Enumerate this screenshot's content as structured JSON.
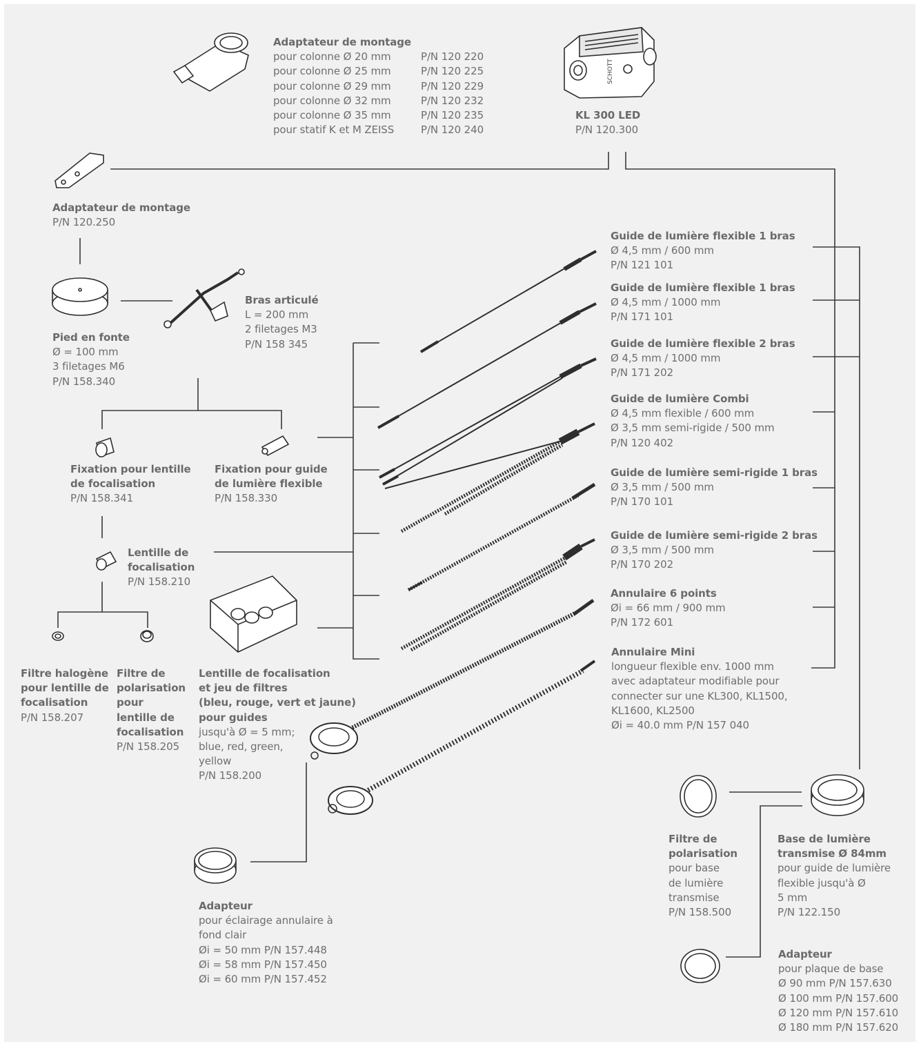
{
  "items": {
    "mount_adapter_top": {
      "title": "Adaptateur de montage",
      "rows": [
        {
          "label": "pour colonne Ø 20 mm",
          "pn": "P/N 120 220"
        },
        {
          "label": "pour colonne Ø 25 mm",
          "pn": "P/N 120 225"
        },
        {
          "label": "pour colonne Ø 29 mm",
          "pn": "P/N 120 229"
        },
        {
          "label": "pour colonne Ø 32 mm",
          "pn": "P/N 120 232"
        },
        {
          "label": "pour colonne Ø 35 mm",
          "pn": "P/N 120 235"
        },
        {
          "label": "pour statif K et M ZEISS",
          "pn": "P/N 120 240"
        }
      ]
    },
    "kl300": {
      "title": "KL 300 LED",
      "pn": "P/N 120.300"
    },
    "mount_adapter_left": {
      "title": "Adaptateur de montage",
      "pn": "P/N 120.250"
    },
    "cast_foot": {
      "title": "Pied en fonte",
      "lines": [
        "Ø = 100 mm",
        "3 filetages M6",
        "P/N 158.340"
      ]
    },
    "articulated_arm": {
      "title": "Bras articulé",
      "lines": [
        "L = 200 mm",
        "2 filetages M3",
        "P/N 158 345"
      ]
    },
    "lens_holder": {
      "title": [
        "Fixation pour lentille",
        "de focalisation"
      ],
      "pn": "P/N 158.341"
    },
    "guide_holder": {
      "title": [
        "Fixation pour guide",
        "de lumière flexible"
      ],
      "pn": "P/N 158.330"
    },
    "focus_lens": {
      "title": [
        "Lentille de",
        "focalisation"
      ],
      "pn": "P/N 158.210"
    },
    "halogen_filter": {
      "title": [
        "Filtre halogène",
        "pour lentille de",
        "focalisation"
      ],
      "pn": "P/N 158.207"
    },
    "polar_filter_lens": {
      "title": [
        "Filtre de",
        "polarisation",
        "pour",
        "lentille de",
        "focalisation"
      ],
      "pn": "P/N 158.205"
    },
    "lens_filter_set": {
      "title": [
        "Lentille de focalisation",
        "et jeu de filtres",
        "(bleu, rouge, vert et jaune)",
        "pour guides"
      ],
      "lines": [
        "jusqu'à  Ø = 5 mm;",
        "blue, red, green,",
        "yellow",
        "P/N 158.200"
      ]
    },
    "guide_1arm_600": {
      "title": "Guide de lumière flexible 1 bras",
      "lines": [
        "Ø 4,5 mm / 600 mm",
        "P/N 121 101"
      ]
    },
    "guide_1arm_1000": {
      "title": "Guide de lumière flexible 1 bras",
      "lines": [
        "Ø 4,5 mm / 1000 mm",
        "P/N 171 101"
      ]
    },
    "guide_2arm_1000": {
      "title": "Guide de lumière flexible 2 bras",
      "lines": [
        "Ø 4,5 mm / 1000 mm",
        "P/N 171 202"
      ]
    },
    "guide_combi": {
      "title": "Guide de lumière Combi",
      "lines": [
        "Ø 4,5 mm flexible / 600 mm",
        "Ø 3,5 mm semi-rigide / 500 mm",
        "P/N 120 402"
      ]
    },
    "guide_semi_1": {
      "title": "Guide de lumière semi-rigide 1 bras",
      "lines": [
        "Ø 3,5 mm / 500 mm",
        "P/N 170 101"
      ]
    },
    "guide_semi_2": {
      "title": "Guide de lumière semi-rigide 2 bras",
      "lines": [
        "Ø 3,5 mm / 500 mm",
        "P/N 170 202"
      ]
    },
    "ring_6": {
      "title": "Annulaire 6 points",
      "lines": [
        "Øi = 66 mm / 900 mm",
        "P/N 172 601"
      ]
    },
    "ring_mini": {
      "title": "Annulaire Mini",
      "lines": [
        "longueur flexible env. 1000 mm",
        "avec adaptateur modifiable pour",
        "connecter sur une KL300, KL1500,",
        "KL1600, KL2500",
        "Øi = 40.0 mm  P/N 157 040"
      ]
    },
    "adapter_ring": {
      "title": "Adapteur",
      "lines": [
        "pour éclairage annulaire à",
        "fond clair",
        "Øi = 50 mm  P/N 157.448",
        "Øi = 58 mm  P/N 157.450",
        "Øi = 60 mm  P/N 157.452"
      ]
    },
    "polar_filter_base": {
      "title": [
        "Filtre de",
        "polarisation"
      ],
      "lines": [
        "pour base",
        "de lumière",
        "transmise",
        "P/N 158.500"
      ]
    },
    "transmitted_base": {
      "title": [
        "Base de lumière",
        "transmise Ø 84mm"
      ],
      "lines": [
        "pour guide de lumière",
        "flexible jusqu'à Ø",
        "5 mm",
        "P/N 122.150"
      ]
    },
    "adapter_base": {
      "title": "Adapteur",
      "lines": [
        "pour plaque de base",
        "Ø 90 mm    P/N 157.630",
        "Ø 100 mm  P/N 157.600",
        "Ø 120 mm  P/N 157.610",
        "Ø 180 mm  P/N 157.620"
      ]
    }
  },
  "device_brand": "SCHOTT"
}
